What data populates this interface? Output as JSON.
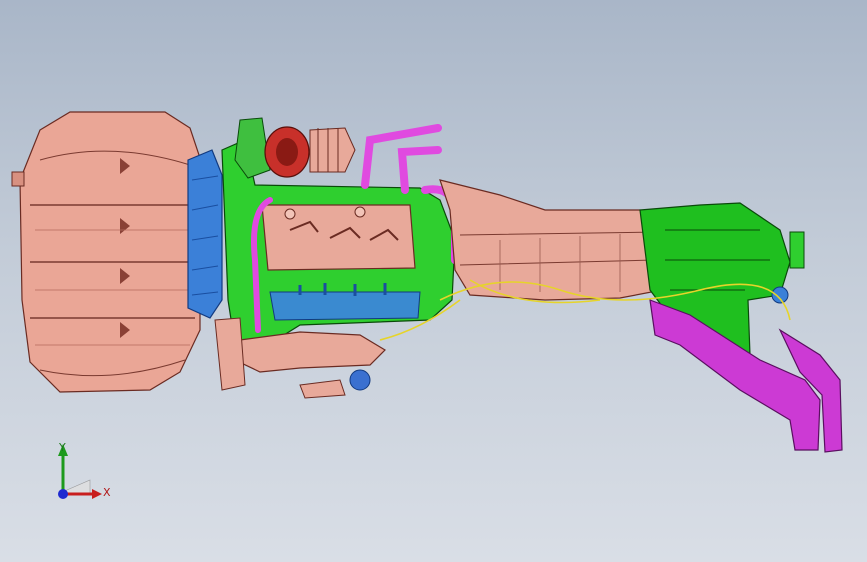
{
  "viewport": {
    "background_top": "#a9b6c8",
    "background_bottom": "#d9dee6"
  },
  "model": {
    "parts": [
      {
        "name": "oil-pan",
        "color": "#e8a99a"
      },
      {
        "name": "radiator-fan",
        "color": "#3a7fd6"
      },
      {
        "name": "engine-block",
        "color": "#2fcf2f"
      },
      {
        "name": "turbo",
        "color": "#c8302a"
      },
      {
        "name": "coolant-pipes",
        "color": "#e04ae0"
      },
      {
        "name": "transmission",
        "color": "#e8a99a"
      },
      {
        "name": "transfer-case",
        "color": "#20b820"
      },
      {
        "name": "mount-bracket",
        "color": "#c93ad0"
      },
      {
        "name": "wiring-harness",
        "color": "#e6d42a"
      }
    ]
  },
  "triad": {
    "y_label": "Y",
    "x_label": "X",
    "y_color": "#1d9a1d",
    "x_color": "#c81e1e",
    "z_color": "#1e2ad0"
  }
}
